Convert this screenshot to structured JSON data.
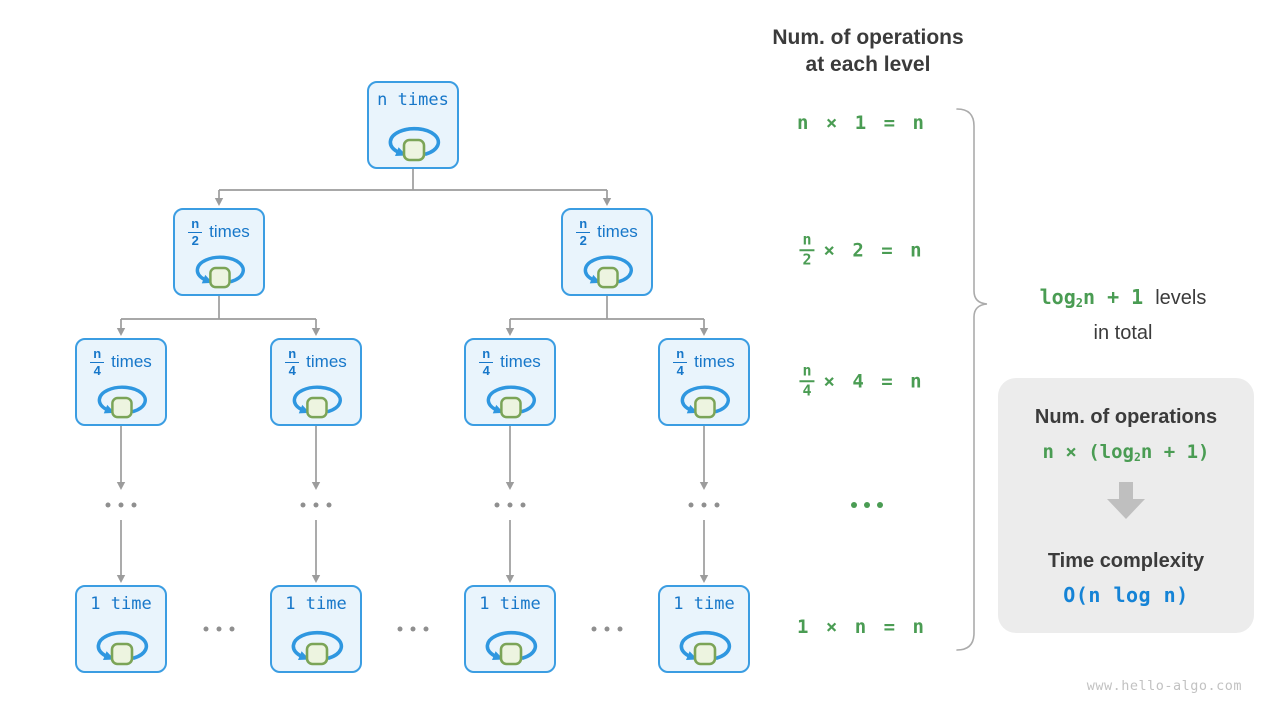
{
  "header": {
    "line1": "Num. of operations",
    "line2": "at each level"
  },
  "tree": {
    "levels": [
      {
        "name": "level-1",
        "node_count": 1,
        "node_label": "n times"
      },
      {
        "name": "level-2",
        "node_count": 2,
        "frac_num": "n",
        "frac_den": "2",
        "node_suffix": "times"
      },
      {
        "name": "level-3",
        "node_count": 4,
        "frac_num": "n",
        "frac_den": "4",
        "node_suffix": "times"
      },
      {
        "name": "level-4",
        "ellipsis": "..."
      },
      {
        "name": "level-5",
        "node_count": 4,
        "node_label": "1 time"
      }
    ]
  },
  "formulas": {
    "level1": "n × 1 = n",
    "level2": {
      "frac_num": "n",
      "frac_den": "2",
      "rest": "× 2 = n"
    },
    "level3": {
      "frac_num": "n",
      "frac_den": "4",
      "rest": "× 4 = n"
    },
    "level4_ellipsis": "...",
    "level5": "1 × n = n"
  },
  "brace_label": {
    "green_pre": "log",
    "green_sub": "2",
    "green_post": "n + 1",
    "dark_suffix": "levels",
    "line2": "in total"
  },
  "panel": {
    "title": "Num. of operations",
    "expr_pre": "n × (log",
    "expr_sub": "2",
    "expr_post": "n + 1)",
    "title2": "Time complexity",
    "complexity": "O(n log n)"
  },
  "footer": "www.hello-algo.com",
  "colors": {
    "node_border": "#3b9de2",
    "node_bg": "#e9f4fc",
    "node_text": "#1777c9",
    "square_bg": "#edf4e0",
    "square_border": "#7ba457",
    "green": "#4a9c53",
    "gray_line": "#9c9c9c",
    "dark_text": "#3b3b3b",
    "panel_bg": "#ececec",
    "complexity_blue": "#1583d6"
  }
}
